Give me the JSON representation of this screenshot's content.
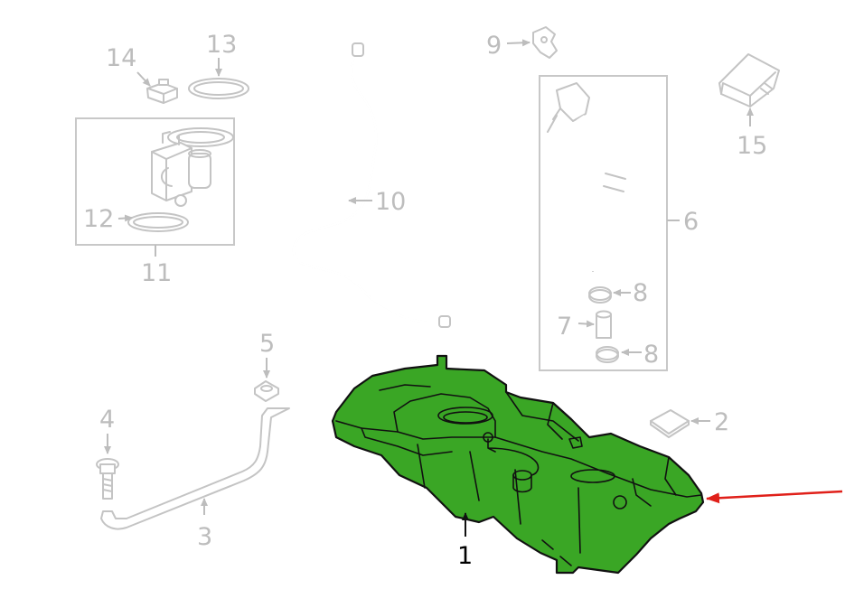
{
  "diagram": {
    "callouts": {
      "c1": "1",
      "c2": "2",
      "c3": "3",
      "c4": "4",
      "c5": "5",
      "c6": "6",
      "c7": "7",
      "c8a": "8",
      "c8b": "8",
      "c9": "9",
      "c10": "10",
      "c11": "11",
      "c12": "12",
      "c13": "13",
      "c14": "14",
      "c15": "15"
    },
    "colors": {
      "highlight_fill": "#3aa625",
      "highlight_stroke": "#111111",
      "pointer_arrow": "#e0201a",
      "faded_part": "#c4c4c4",
      "faded_label": "#bdbdbd"
    }
  }
}
